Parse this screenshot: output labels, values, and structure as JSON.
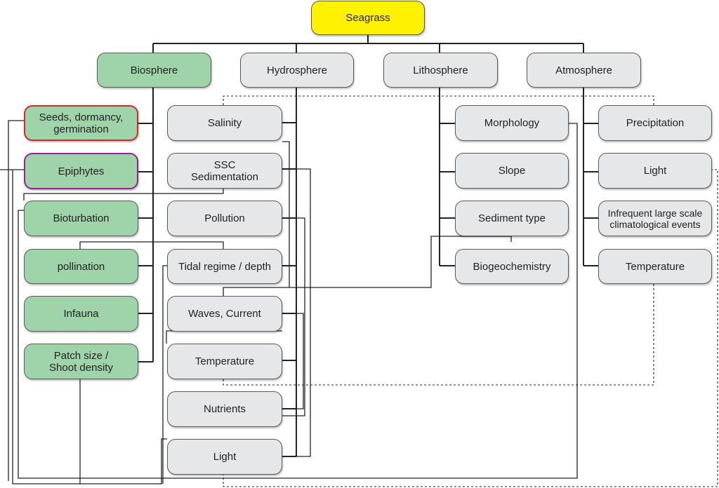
{
  "colors": {
    "root_fill": "#fff200",
    "biosphere_fill": "#9fd3aa",
    "grey_fill": "#e6e7e8",
    "red_border": "#d22b2b",
    "purple_border": "#9b1d9b",
    "line": "#222222"
  },
  "root": {
    "label": "Seagrass"
  },
  "spheres": {
    "biosphere": "Biosphere",
    "hydrosphere": "Hydrosphere",
    "lithosphere": "Lithosphere",
    "atmosphere": "Atmosphere"
  },
  "biosphere_items": [
    "Seeds, dormancy,\ngermination",
    "Epiphytes",
    "Bioturbation",
    "pollination",
    "Infauna",
    "Patch size /\nShoot density"
  ],
  "hydrosphere_items": [
    "Salinity",
    "SSC\nSedimentation",
    "Pollution",
    "Tidal regime / depth",
    "Waves, Current",
    "Temperature",
    "Nutrients",
    "Light"
  ],
  "lithosphere_items": [
    "Morphology",
    "Slope",
    "Sediment  type",
    "Biogeochemistry"
  ],
  "atmosphere_items": [
    "Precipitation",
    "Light",
    "Infrequent large scale\nclimatological events",
    "Temperature"
  ]
}
